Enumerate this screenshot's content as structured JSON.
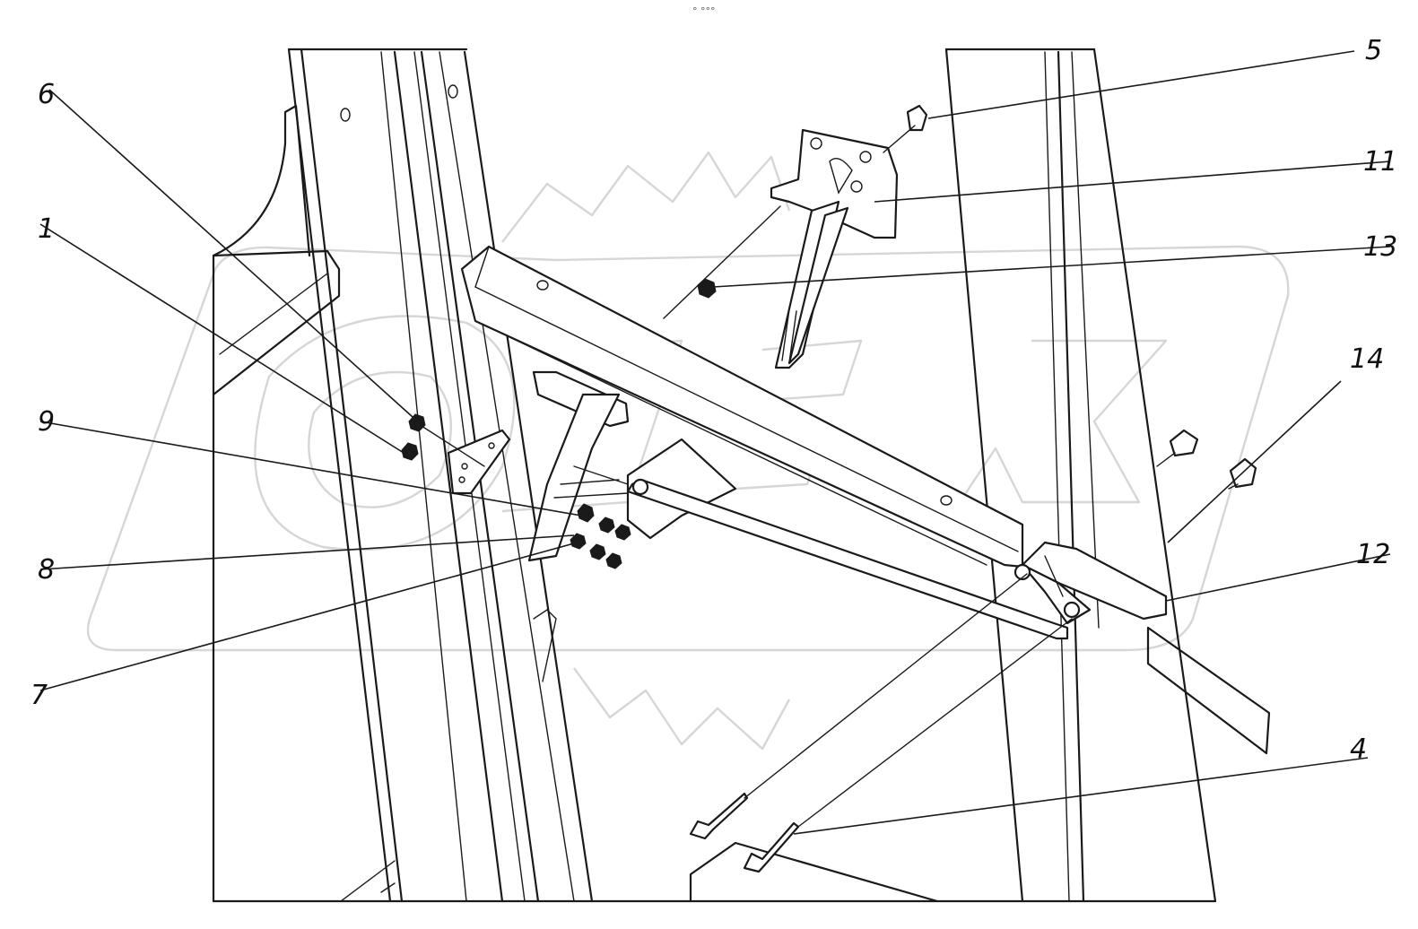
{
  "header": {
    "mark": "° °°°"
  },
  "watermark": {
    "text": "ORFEY",
    "color": "#d6d6d6"
  },
  "callouts": {
    "c1": "1",
    "c4": "4",
    "c5": "5",
    "c6": "6",
    "c7": "7",
    "c8": "8",
    "c9": "9",
    "c11": "11",
    "c12": "12",
    "c13": "13",
    "c14": "14"
  },
  "colors": {
    "line": "#1a1a1a",
    "background": "#ffffff",
    "watermark": "#d6d6d6"
  }
}
